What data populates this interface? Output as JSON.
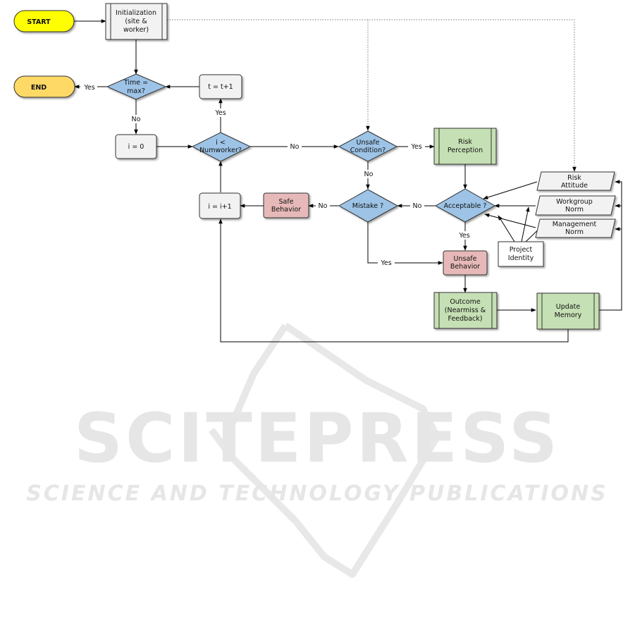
{
  "nodes": {
    "start": "START",
    "end": "END",
    "init": [
      "Initialization",
      "(site &",
      "worker)"
    ],
    "time_max": [
      "Time =",
      "max?"
    ],
    "t_inc": "t = t+1",
    "i_zero": "i = 0",
    "i_lt": [
      "i <",
      "Numworker?"
    ],
    "unsafe_cond": [
      "Unsafe",
      "Condition?"
    ],
    "risk_perception": [
      "Risk",
      "Perception"
    ],
    "mistake": "Mistake ?",
    "acceptable": "Acceptable ?",
    "safe_behavior": [
      "Safe",
      "Behavior"
    ],
    "i_inc": "i = i+1",
    "risk_attitude": [
      "Risk",
      "Attitude"
    ],
    "workgroup_norm": [
      "Workgroup",
      "Norm"
    ],
    "management_norm": [
      "Management",
      "Norm"
    ],
    "project_identity": [
      "Project",
      "Identity"
    ],
    "unsafe_behavior": [
      "Unsafe",
      "Behavior"
    ],
    "outcome": [
      "Outcome",
      "(Nearmiss &",
      "Feedback)"
    ],
    "update_memory": [
      "Update",
      "Memory"
    ]
  },
  "edge_labels": {
    "time_yes": "Yes",
    "time_no": "No",
    "i_lt_yes": "Yes",
    "i_lt_no": "No",
    "unsafe_yes": "Yes",
    "unsafe_no": "No",
    "acceptable_no": "No",
    "acceptable_yes": "Yes",
    "mistake_no": "No",
    "mistake_yes": "Yes"
  },
  "watermark": {
    "title": "SCITEPRESS",
    "subtitle": "SCIENCE AND TECHNOLOGY PUBLICATIONS"
  },
  "colors": {
    "start": "#ffff00",
    "end": "#ffd966",
    "process_gray": "#f2f2f2",
    "decision_blue": "#9dc3e6",
    "process_green": "#c5e0b4",
    "behavior_pink": "#e6b9b8",
    "watermark": "#e6e6e6"
  }
}
